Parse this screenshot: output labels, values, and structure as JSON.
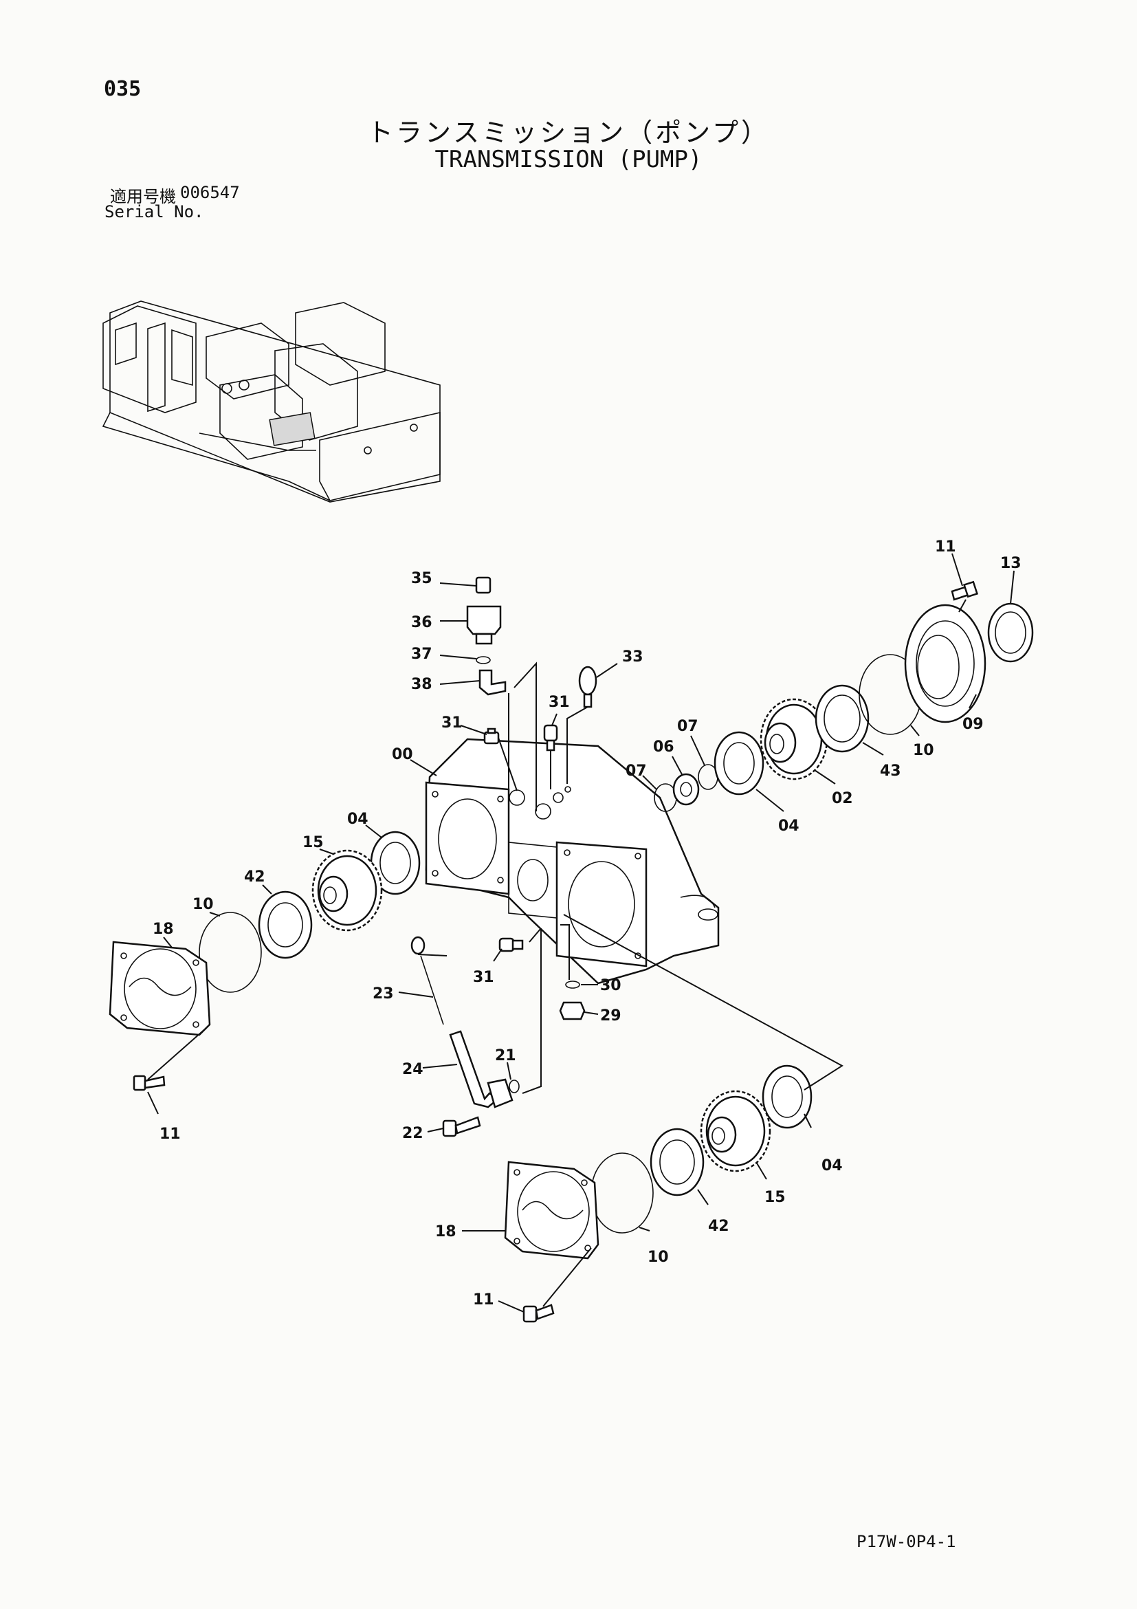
{
  "header": {
    "page_number": "035",
    "title_jp": "トランスミッション（ポンプ）",
    "title_en": "TRANSMISSION (PUMP)",
    "serial_label_jp": "適用号機",
    "serial_value": "006547",
    "serial_label_en": "Serial No."
  },
  "footer": {
    "doc_code": "P17W-0P4-1"
  },
  "callouts": {
    "c00": "00",
    "c02": "02",
    "c04a": "04",
    "c04b": "04",
    "c04c": "04",
    "c06": "06",
    "c07a": "07",
    "c07b": "07",
    "c09": "09",
    "c10a": "10",
    "c10b": "10",
    "c10c": "10",
    "c11a": "11",
    "c11b": "11",
    "c11c": "11",
    "c13": "13",
    "c15a": "15",
    "c15b": "15",
    "c18a": "18",
    "c18b": "18",
    "c21": "21",
    "c22": "22",
    "c23": "23",
    "c24": "24",
    "c29": "29",
    "c30": "30",
    "c31a": "31",
    "c31b": "31",
    "c31c": "31",
    "c33": "33",
    "c35": "35",
    "c36": "36",
    "c37": "37",
    "c38": "38",
    "c42a": "42",
    "c42b": "42",
    "c43": "43"
  }
}
